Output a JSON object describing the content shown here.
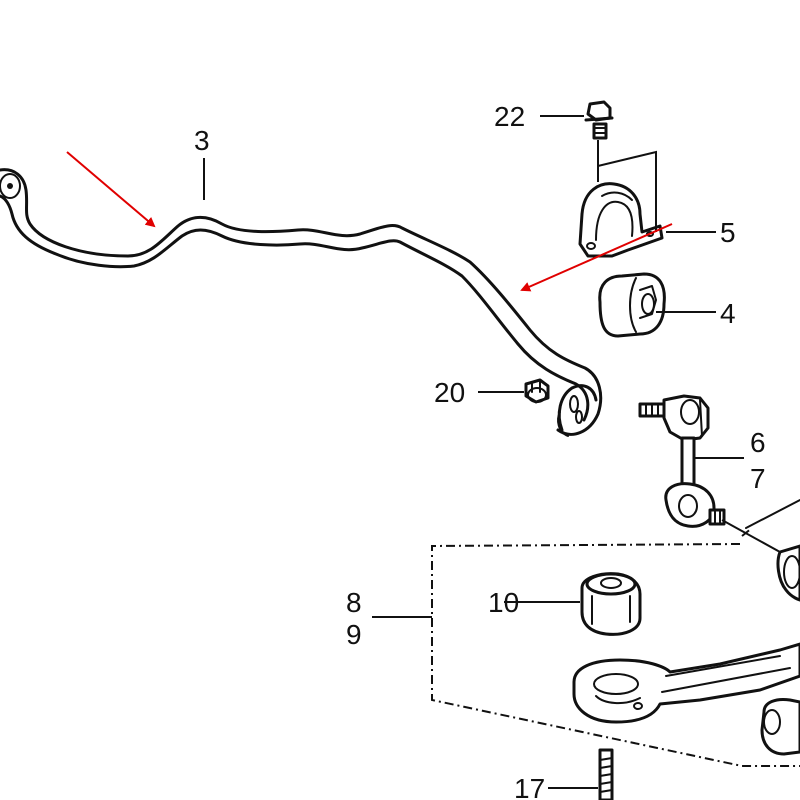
{
  "labels": {
    "p3": "3",
    "p22": "22",
    "p5": "5",
    "p4": "4",
    "p20": "20",
    "p6": "6",
    "p7": "7",
    "p8": "8",
    "p9": "9",
    "p10": "10",
    "p17": "17"
  },
  "colors": {
    "outline": "#111111",
    "annotation_arrow": "#e00000",
    "background": "#ffffff"
  }
}
